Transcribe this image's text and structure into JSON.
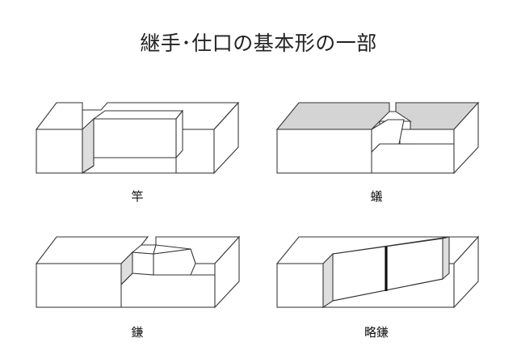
{
  "title": "継手･仕口の基本形の一部",
  "joints": [
    {
      "id": "sao",
      "label": "竿"
    },
    {
      "id": "ari",
      "label": "蟻"
    },
    {
      "id": "kama",
      "label": "鎌"
    },
    {
      "id": "ryaku-kama",
      "label": "略鎌"
    }
  ]
}
